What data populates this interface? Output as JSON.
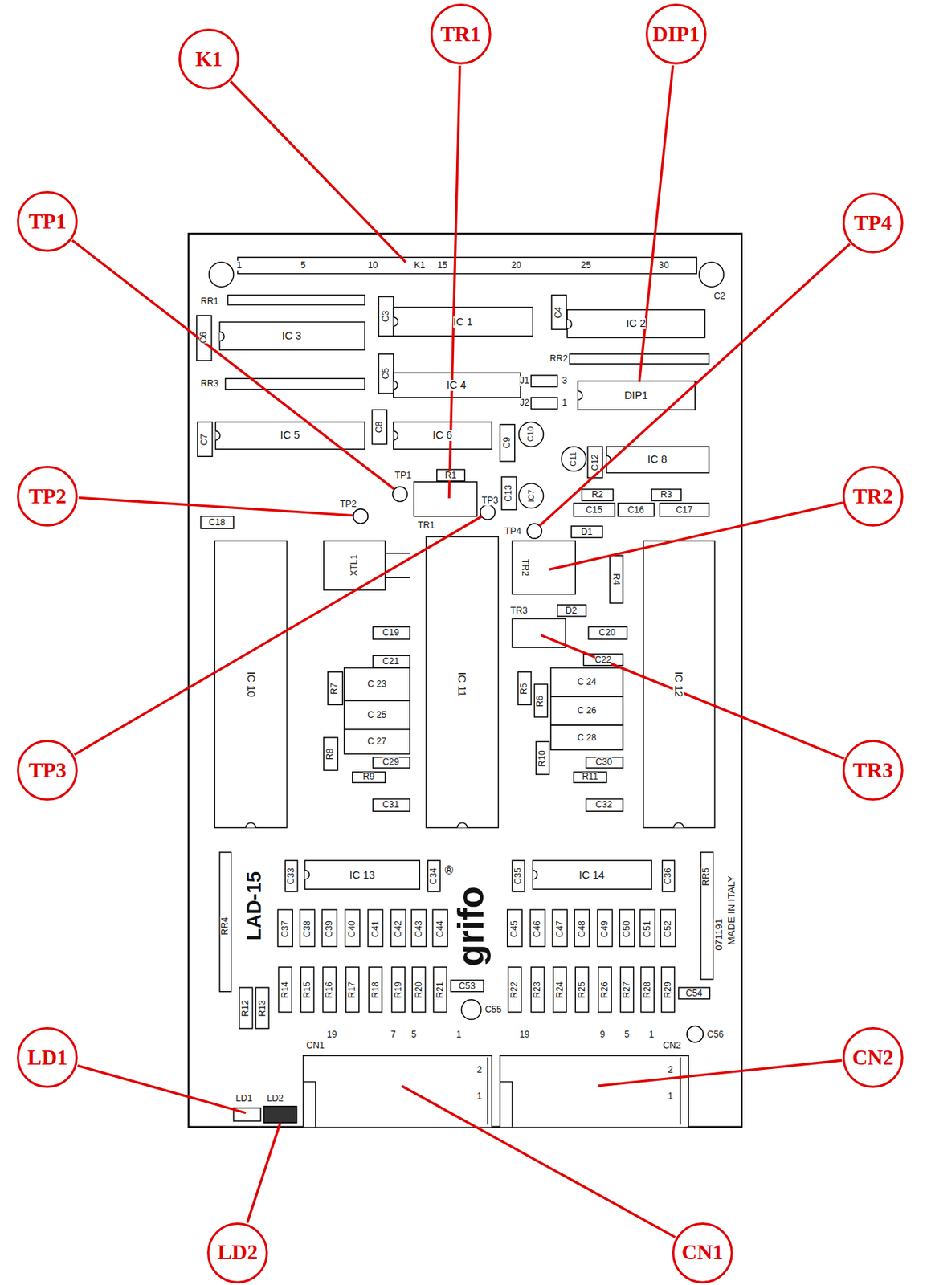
{
  "diagram": {
    "nodes": [
      {
        "text": [
          "K1"
        ]
      },
      {
        "text": [
          "TR1"
        ]
      },
      {
        "text": [
          "DIP1"
        ]
      },
      {
        "text": [
          "TP1"
        ]
      },
      {
        "text": [
          "TP4"
        ]
      },
      {
        "text": [
          "TP2"
        ]
      },
      {
        "text": [
          "TR2"
        ]
      },
      {
        "text": [
          "TP3"
        ]
      },
      {
        "text": [
          "TR3"
        ]
      },
      {
        "text": [
          "LD1"
        ]
      },
      {
        "text": [
          "CN2"
        ]
      },
      {
        "text": [
          "LD2"
        ]
      },
      {
        "text": [
          "CN1"
        ]
      }
    ],
    "labels": [
      "1",
      "5",
      "10",
      "K1",
      "15",
      "20",
      "25",
      "30",
      "C2",
      "RR1",
      "C3",
      "IC 1",
      "C4",
      "IC 2",
      "C6",
      "IC 3",
      "RR2",
      "C5",
      "IC 4",
      "RR3",
      "J1",
      "3",
      "J2",
      "1",
      "DIP1",
      "C7",
      "IC 5",
      "C8",
      "IC 6",
      "C9",
      "C10",
      "C11",
      "C12",
      "IC 8",
      "R1",
      "TR1",
      "TP1",
      "TP2",
      "TP3",
      "C13",
      "IC7",
      "R2",
      "R3",
      "C15",
      "C16",
      "C17",
      "TP4",
      "D1",
      "C18",
      "XTL1",
      "IC 10",
      "IC 11",
      "IC 12",
      "TR2",
      "R4",
      "D2",
      "TR3",
      "C20",
      "C19",
      "C21",
      "C 23",
      "C 25",
      "C 27",
      "C22",
      "C 24",
      "C 26",
      "C 28",
      "R7",
      "R8",
      "R9",
      "C29",
      "C30",
      "R5",
      "R6",
      "R10",
      "R11",
      "C31",
      "C32",
      "RR4",
      "C33",
      "IC 13",
      "C34",
      "C35",
      "IC 14",
      "C36",
      "RR5",
      "LAD-15",
      "grifo",
      "®",
      "MADE IN ITALY",
      "071191",
      "C37",
      "C38",
      "C39",
      "C40",
      "C41",
      "C42",
      "C43",
      "C44",
      "C45",
      "C46",
      "C47",
      "C48",
      "C49",
      "C50",
      "C51",
      "C52",
      "R12",
      "R13",
      "R14",
      "R15",
      "R16",
      "R17",
      "R18",
      "R19",
      "R20",
      "R21",
      "R22",
      "R23",
      "R24",
      "R25",
      "R26",
      "R27",
      "R28",
      "R29",
      "C53",
      "C54",
      "C55",
      "C56",
      "CN1",
      "19",
      "7",
      "5",
      "1",
      "19",
      "9",
      "5",
      "1",
      "CN2",
      "2",
      "1",
      "2",
      "1",
      "LD1",
      "LD2"
    ]
  }
}
